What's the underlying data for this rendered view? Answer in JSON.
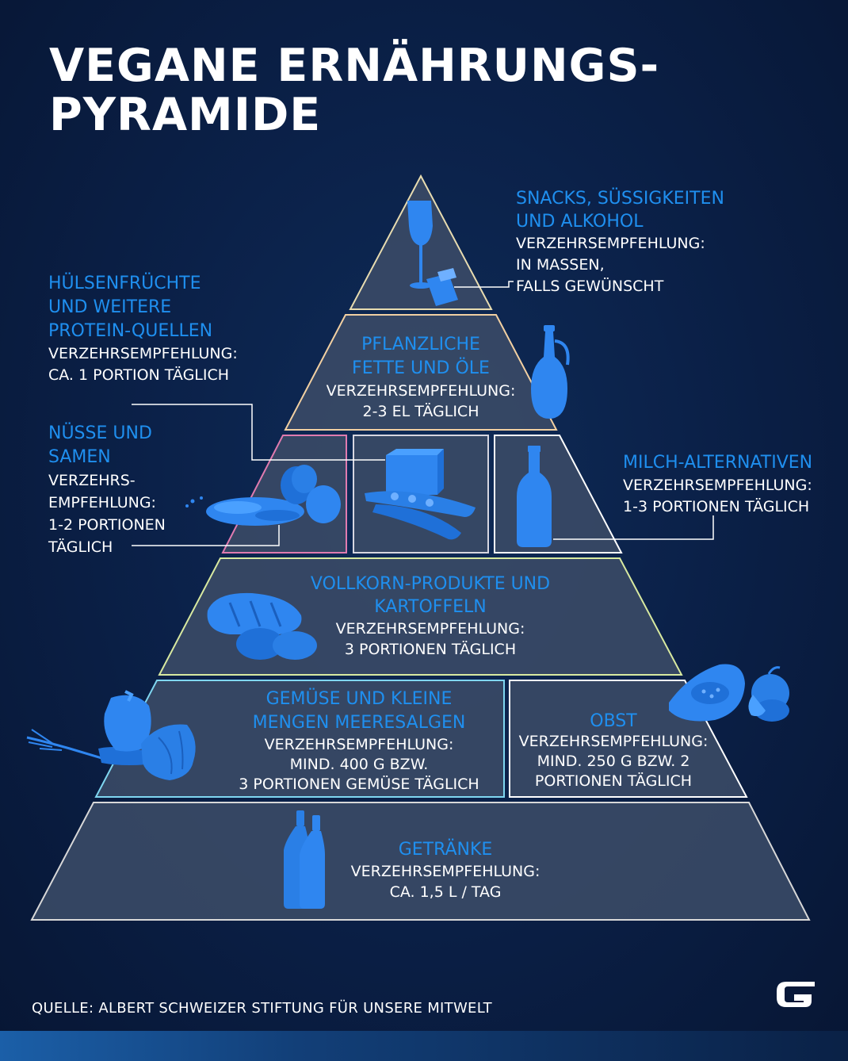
{
  "title": [
    "VEGANE ERNÄHRUNGS-",
    "PYRAMIDE"
  ],
  "levels": {
    "snacks": {
      "heading": [
        "SNACKS, SÜSSIGKEITEN",
        "UND ALKOHOL"
      ],
      "recommendation": [
        "VERZEHRSEMPFEHLUNG:",
        "IN MASSEN,",
        "FALLS GEWÜNSCHT"
      ]
    },
    "oils": {
      "heading": [
        "PFLANZLICHE",
        "FETTE UND ÖLE"
      ],
      "recommendation": [
        "VERZEHRSEMPFEHLUNG:",
        "2-3 EL TÄGLICH"
      ]
    },
    "legumes": {
      "heading": [
        "HÜLSENFRÜCHTE",
        "UND WEITERE",
        "PROTEIN-QUELLEN"
      ],
      "recommendation": [
        "VERZEHRSEMPFEHLUNG:",
        "CA. 1 PORTION TÄGLICH"
      ]
    },
    "nuts": {
      "heading": [
        "NÜSSE UND",
        "SAMEN"
      ],
      "recommendation": [
        "VERZEHRS-",
        "EMPFEHLUNG:",
        "1-2 PORTIONEN",
        "TÄGLICH"
      ]
    },
    "milk_alternatives": {
      "heading": [
        "MILCH-ALTERNATIVEN"
      ],
      "recommendation": [
        "VERZEHRSEMPFEHLUNG:",
        "1-3 PORTIONEN TÄGLICH"
      ]
    },
    "whole_grain": {
      "heading": [
        "VOLLKORN-PRODUKTE UND",
        "KARTOFFELN"
      ],
      "recommendation": [
        "VERZEHRSEMPFEHLUNG:",
        "3 PORTIONEN TÄGLICH"
      ]
    },
    "vegetables": {
      "heading": [
        "GEMÜSE UND KLEINE",
        "MENGEN MEERESALGEN"
      ],
      "recommendation": [
        "VERZEHRSEMPFEHLUNG:",
        "MIND. 400 G BZW.",
        "3 PORTIONEN GEMÜSE TÄGLICH"
      ]
    },
    "fruit": {
      "heading": [
        "OBST"
      ],
      "recommendation": [
        "VERZEHRSEMPFEHLUNG:",
        "MIND. 250 G BZW. 2",
        "PORTIONEN TÄGLICH"
      ]
    },
    "drinks": {
      "heading": [
        "GETRÄNKE"
      ],
      "recommendation": [
        "VERZEHRSEMPFEHLUNG:",
        "CA. 1,5 L / TAG"
      ]
    }
  },
  "source": "QUELLE: ALBERT SCHWEIZER STIFTUNG FÜR UNSERE MITWELT",
  "logo_letter": "G",
  "colors": {
    "background": "#0b2149",
    "heading_blue": "#1f8fef",
    "icon_blue": "#2f86f0",
    "tier_fill": "#3a4a66",
    "tier_snacks_border": "#e8dcb0",
    "tier_oils_border": "#f2d0a2",
    "tier_nuts_border": "#e07bb0",
    "tier_legumes_border": "#d6d6e0",
    "tier_milk_border": "#ffffff",
    "tier_grain_border": "#d8e9a0",
    "tier_veg_border": "#7fd6f0",
    "tier_fruit_border": "#ffffff",
    "tier_drinks_border": "#d8d8d8"
  },
  "icons": [
    "wine-glass-icon",
    "chocolate-icon",
    "oil-bottle-icon",
    "nuts-seeds-icon",
    "tofu-peas-icon",
    "milk-bottle-icon",
    "bread-potatoes-icon",
    "vegetables-icon",
    "fruit-icon",
    "drink-bottles-icon"
  ]
}
